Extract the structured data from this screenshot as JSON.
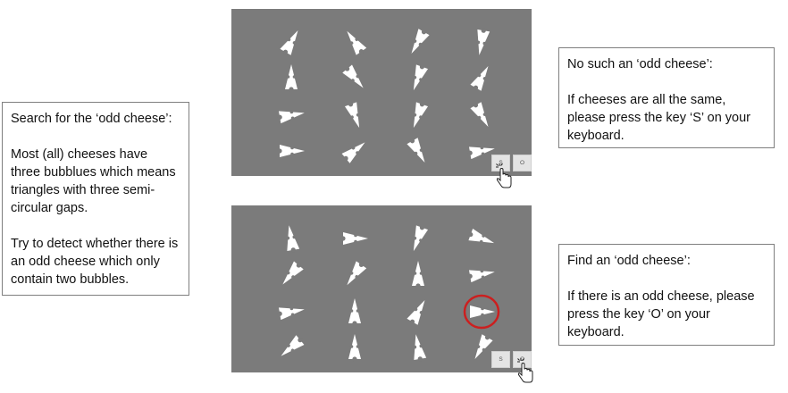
{
  "left_box": {
    "title": "Search for the ‘odd cheese’:",
    "para1": "Most (all) cheeses have three bubblues which means triangles with three semi-circular gaps.",
    "para2": "Try to detect whether there is an odd cheese which only contain two bubbles."
  },
  "top_box": {
    "title": "No such an ‘odd cheese’:",
    "body": "If cheeses are all the same, please press the key ‘S’ on your keyboard."
  },
  "bottom_box": {
    "title": "Find an ‘odd cheese’:",
    "body": "If there is an odd cheese, please press the key ‘O’ on your keyboard."
  },
  "top_panel": {
    "key_s": "S",
    "key_o": "O",
    "rotations": [
      30,
      -35,
      210,
      190,
      0,
      140,
      200,
      30,
      80,
      160,
      200,
      150,
      90,
      50,
      150,
      80
    ]
  },
  "bottom_panel": {
    "key_s": "S",
    "key_o": "O",
    "rotations": [
      -10,
      90,
      200,
      110,
      220,
      215,
      0,
      80,
      80,
      0,
      30,
      90,
      230,
      0,
      -10,
      210
    ],
    "odd_index": 11
  },
  "colors": {
    "panel_bg": "#7b7b7b",
    "stimulus": "#ffffff",
    "highlight_ring": "#cc1f1f",
    "box_border": "#7f7f7f"
  },
  "icons": [
    "hand-cursor-icon",
    "click-burst-icon"
  ]
}
